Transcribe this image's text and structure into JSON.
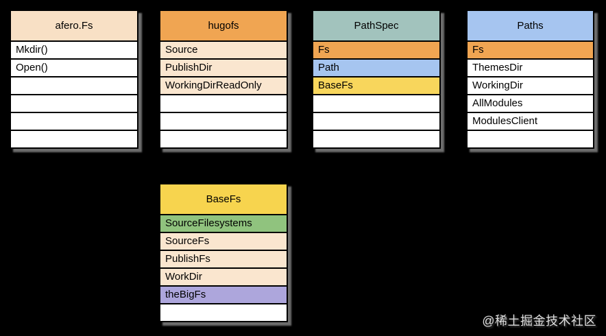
{
  "colors": {
    "background": "#000000",
    "border": "#000000",
    "shadow": "#737373",
    "text": "#000000",
    "peach_light": "#F8E0C5",
    "peach_row": "#FAE6CF",
    "orange": "#F0A552",
    "teal": "#A2C3BD",
    "blue": "#A6C5F0",
    "yellow_header": "#F7D44E",
    "yellow_row": "#F8D65C",
    "green": "#90C37E",
    "purple": "#ADA6DC",
    "white": "#FFFFFF"
  },
  "boxes": [
    {
      "title": "afero.Fs",
      "header_bg": "#F8E0C5",
      "rows": [
        {
          "label": "Mkdir()",
          "bg": "#FFFFFF"
        },
        {
          "label": "Open()",
          "bg": "#FFFFFF"
        },
        {
          "label": "",
          "bg": "#FFFFFF"
        },
        {
          "label": "",
          "bg": "#FFFFFF"
        },
        {
          "label": "",
          "bg": "#FFFFFF"
        },
        {
          "label": "",
          "bg": "#FFFFFF"
        }
      ]
    },
    {
      "title": "hugofs",
      "header_bg": "#F0A552",
      "rows": [
        {
          "label": "Source",
          "bg": "#FAE6CF"
        },
        {
          "label": "PublishDir",
          "bg": "#FAE6CF"
        },
        {
          "label": "WorkingDirReadOnly",
          "bg": "#FAE6CF"
        },
        {
          "label": "",
          "bg": "#FFFFFF"
        },
        {
          "label": "",
          "bg": "#FFFFFF"
        },
        {
          "label": "",
          "bg": "#FFFFFF"
        }
      ]
    },
    {
      "title": "PathSpec",
      "header_bg": "#A2C3BD",
      "rows": [
        {
          "label": "Fs",
          "bg": "#F0A552"
        },
        {
          "label": "Path",
          "bg": "#A6C5F0"
        },
        {
          "label": "BaseFs",
          "bg": "#F8D65C"
        },
        {
          "label": "",
          "bg": "#FFFFFF"
        },
        {
          "label": "",
          "bg": "#FFFFFF"
        },
        {
          "label": "",
          "bg": "#FFFFFF"
        }
      ]
    },
    {
      "title": "Paths",
      "header_bg": "#A6C5F0",
      "rows": [
        {
          "label": "Fs",
          "bg": "#F0A552"
        },
        {
          "label": "ThemesDir",
          "bg": "#FFFFFF"
        },
        {
          "label": "WorkingDir",
          "bg": "#FFFFFF"
        },
        {
          "label": "AllModules",
          "bg": "#FFFFFF"
        },
        {
          "label": "ModulesClient",
          "bg": "#FFFFFF"
        },
        {
          "label": "",
          "bg": "#FFFFFF"
        }
      ]
    },
    {
      "title": "BaseFs",
      "header_bg": "#F7D44E",
      "rows": [
        {
          "label": "SourceFilesystems",
          "bg": "#90C37E"
        },
        {
          "label": "SourceFs",
          "bg": "#FAE6CF"
        },
        {
          "label": "PublishFs",
          "bg": "#FAE6CF"
        },
        {
          "label": "WorkDir",
          "bg": "#FAE6CF"
        },
        {
          "label": "theBigFs",
          "bg": "#ADA6DC"
        },
        {
          "label": "",
          "bg": "#FFFFFF"
        }
      ]
    }
  ],
  "watermark": {
    "text": "@稀土掘金技术社区"
  }
}
